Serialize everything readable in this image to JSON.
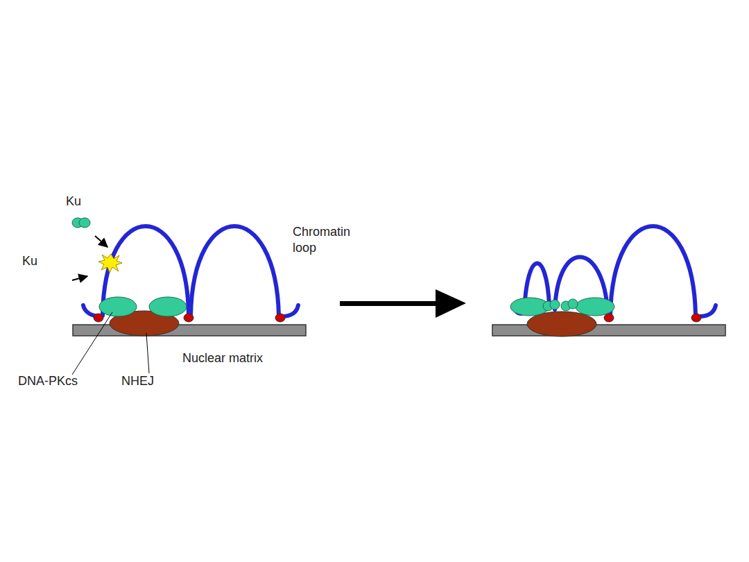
{
  "diagram": {
    "labels": [
      "Ku",
      "Ku",
      "Chromatin loop",
      "DNA-PKcs",
      "NHEJ",
      "Nuclear matrix"
    ]
  }
}
